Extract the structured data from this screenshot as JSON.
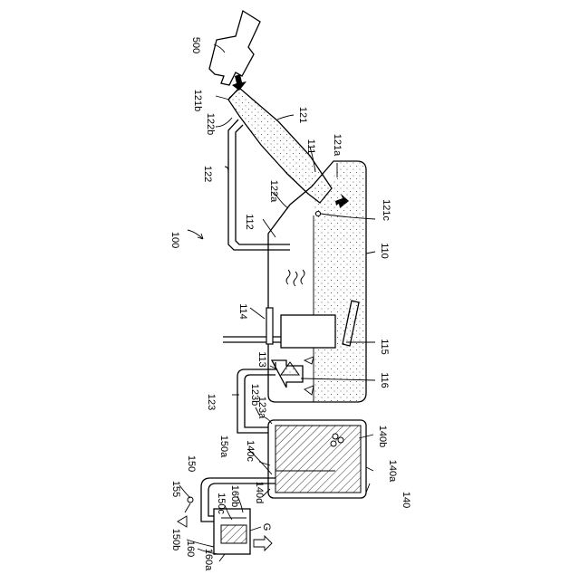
{
  "diagram": {
    "ref_labels": {
      "r500": "500",
      "r121b": "121b",
      "r121": "121",
      "r122b": "122b",
      "r111": "111",
      "r121a": "121a",
      "r122": "122",
      "r122a": "122a",
      "r112": "112",
      "r121c": "121c",
      "r100": "100",
      "r110": "110",
      "r114": "114",
      "r115": "115",
      "r113": "113",
      "r116": "116",
      "r123": "123",
      "r123b": "123b",
      "r123a": "123a",
      "r140b": "140b",
      "r150a": "150a",
      "r140c": "140c",
      "r150": "150",
      "r140a": "140a",
      "r155": "155",
      "r150c": "150c",
      "r160b": "160b",
      "r140d": "140d",
      "r140": "140",
      "rG": "G",
      "r150b": "150b",
      "r160": "160",
      "r160a": "160a"
    },
    "line_color": "#000000",
    "background": "#ffffff"
  }
}
